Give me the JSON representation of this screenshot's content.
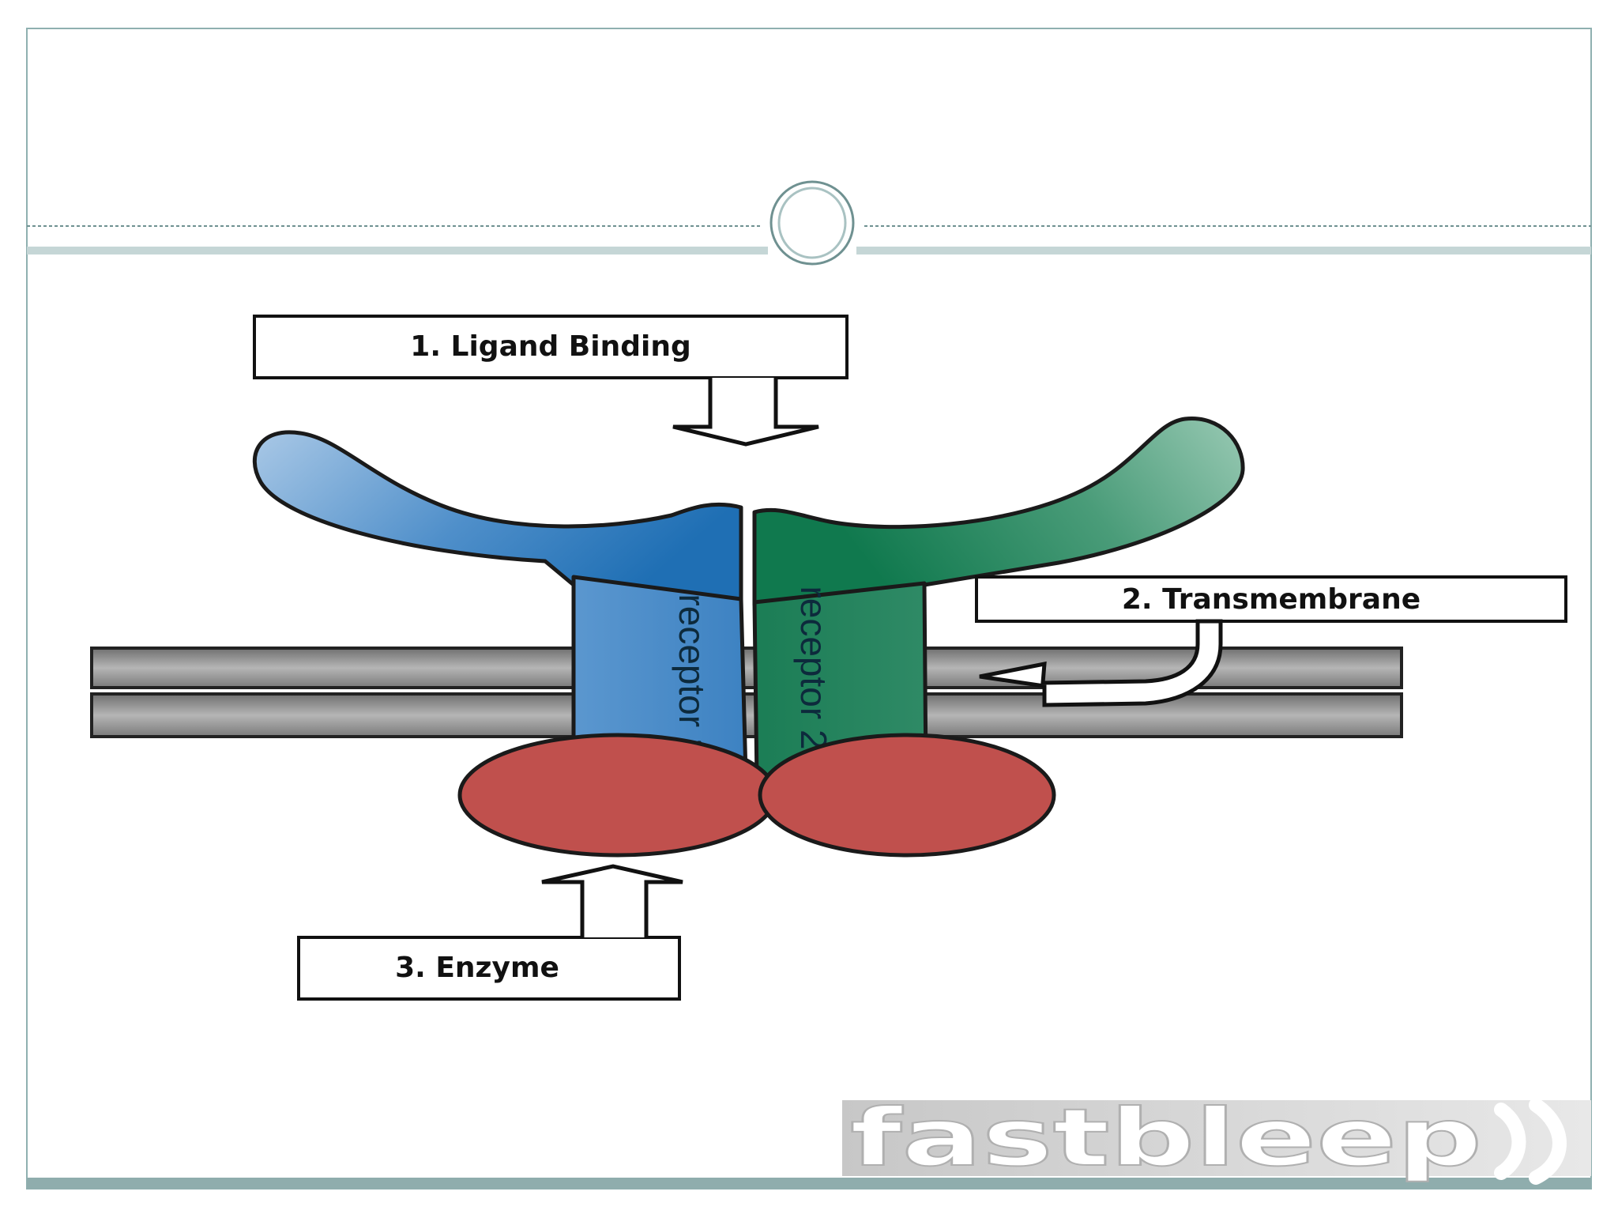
{
  "labels": {
    "ligand": "1. Ligand Binding",
    "transmembrane": "2. Transmembrane",
    "enzyme": "3. Enzyme",
    "receptor1": "receptor 1",
    "receptor2": "receptor 2"
  },
  "logo": "fastbleep",
  "colors": {
    "receptor1": "#4a8cc4",
    "receptor2": "#2f8a66",
    "enzyme": "#c0504d",
    "membrane": "#8e8e8e",
    "frame": "#7fa3a3"
  }
}
